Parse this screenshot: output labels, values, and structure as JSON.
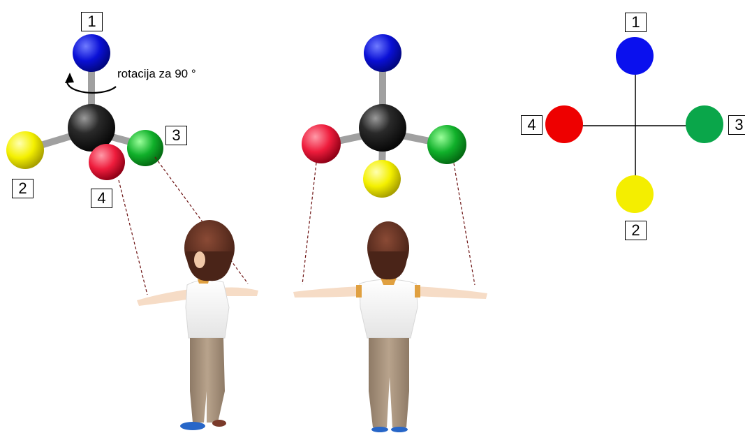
{
  "rotation_label": "rotacija za 90 °",
  "colors": {
    "blue": "#0a10d6",
    "black": "#262626",
    "yellow": "#f4f000",
    "red": "#ee1c3c",
    "green": "#10b02a",
    "bond": "#9a9a9a",
    "projection_line": "#6b1010"
  },
  "left_model": {
    "labels": [
      "1",
      "2",
      "3",
      "4"
    ]
  },
  "projection": {
    "labels": [
      "1",
      "4",
      "3",
      "2"
    ],
    "colors": [
      "#0a10ee",
      "#ee0000",
      "#0aa64a",
      "#f4ee00"
    ]
  },
  "icons": [
    "rotation-arrow-icon",
    "person-figure-icon"
  ]
}
